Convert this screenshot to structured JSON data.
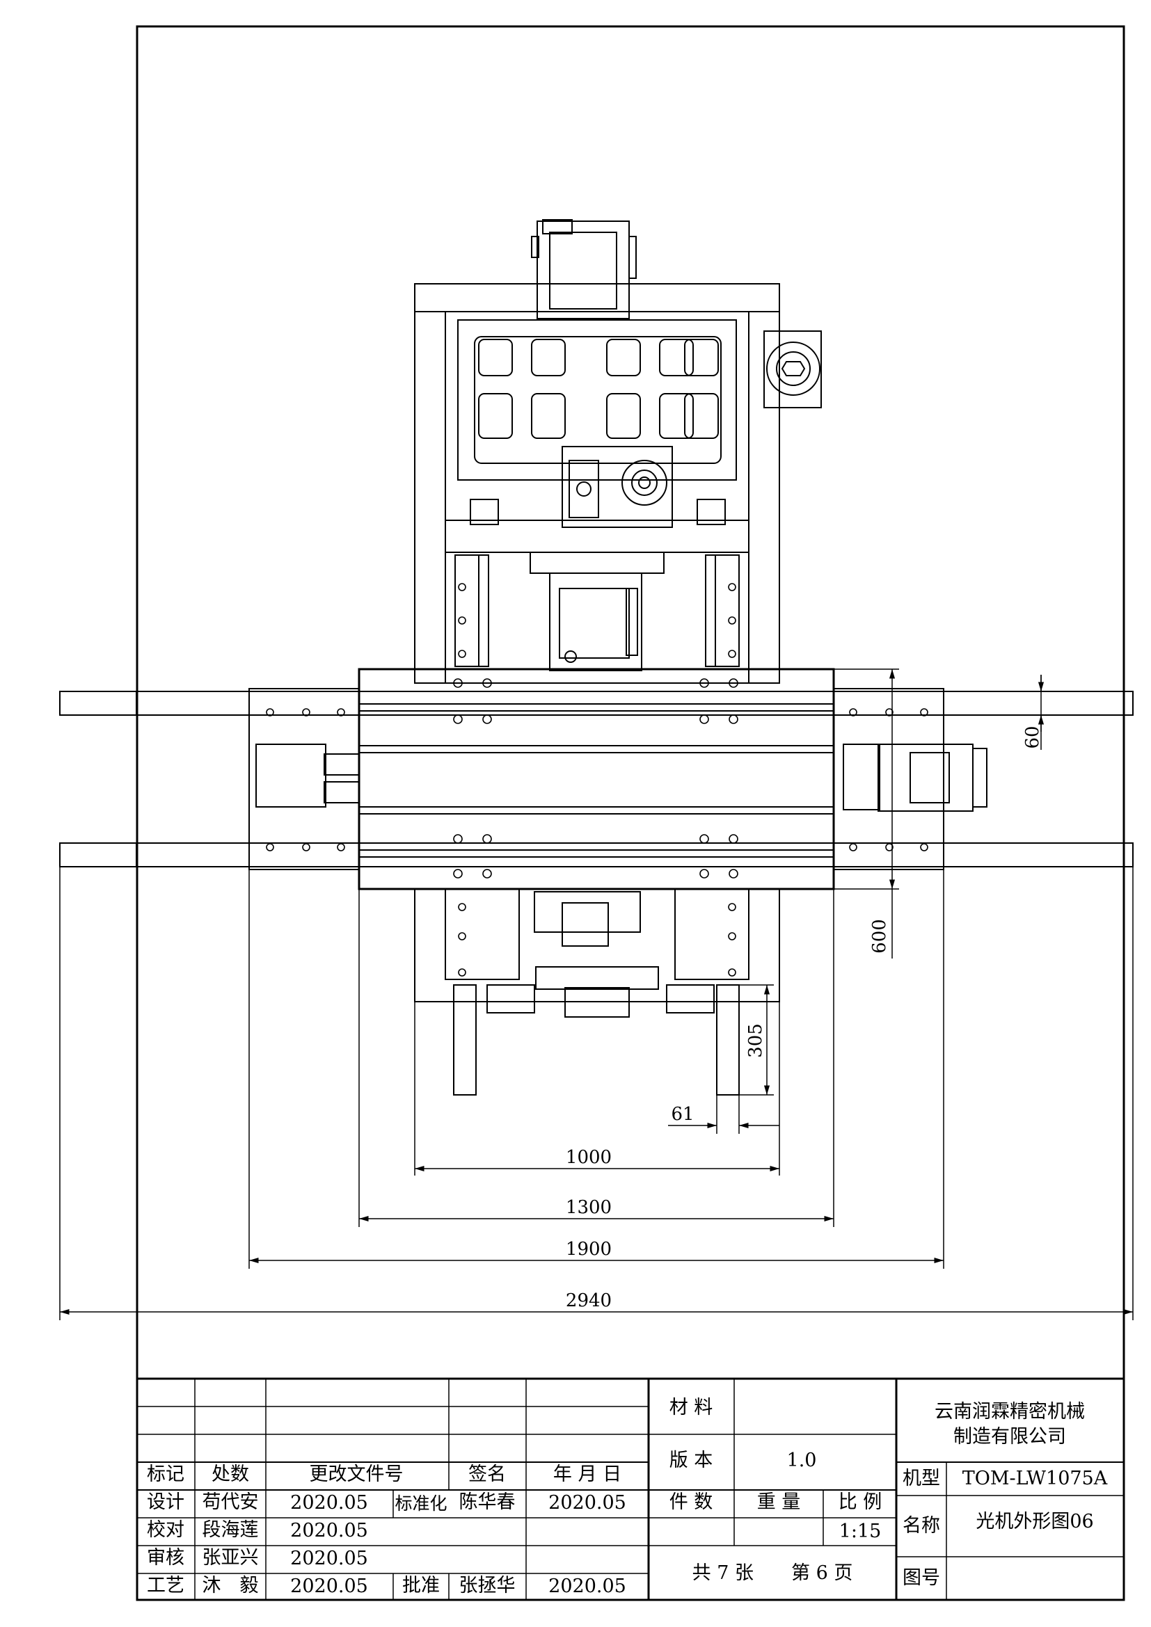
{
  "dimensions": {
    "d60": "60",
    "d600": "600",
    "d305": "305",
    "d61": "61",
    "d1000": "1000",
    "d1300": "1300",
    "d1900": "1900",
    "d2940": "2940"
  },
  "title_block": {
    "rev_headers": {
      "mark": "标记",
      "count": "处数",
      "change_doc": "更改文件号",
      "signature": "签名",
      "date": "年 月 日"
    },
    "rows": {
      "design": {
        "label": "设计",
        "name": "苟代安",
        "date": "2020.05",
        "std_label": "标准化",
        "std_name": "陈华春",
        "std_date": "2020.05"
      },
      "check": {
        "label": "校对",
        "name": "段海莲",
        "date": "2020.05"
      },
      "review": {
        "label": "审核",
        "name": "张亚兴",
        "date": "2020.05"
      },
      "process": {
        "label": "工艺",
        "name": "沐　毅",
        "date": "2020.05",
        "approve_label": "批准",
        "approve_name": "张拯华",
        "approve_date": "2020.05"
      }
    },
    "material_label": "材 料",
    "version_label": "版 本",
    "version_value": "1.0",
    "qty_label": "件 数",
    "weight_label": "重 量",
    "scale_label": "比 例",
    "scale_value": "1:15",
    "sheets": "共 7 张　　第 6 页",
    "company_line1": "云南润霖精密机械",
    "company_line2": "制造有限公司",
    "model_label": "机型",
    "model_value": "TOM-LW1075A",
    "name_label": "名称",
    "name_value": "光机外形图06",
    "drawing_no_label": "图号"
  }
}
